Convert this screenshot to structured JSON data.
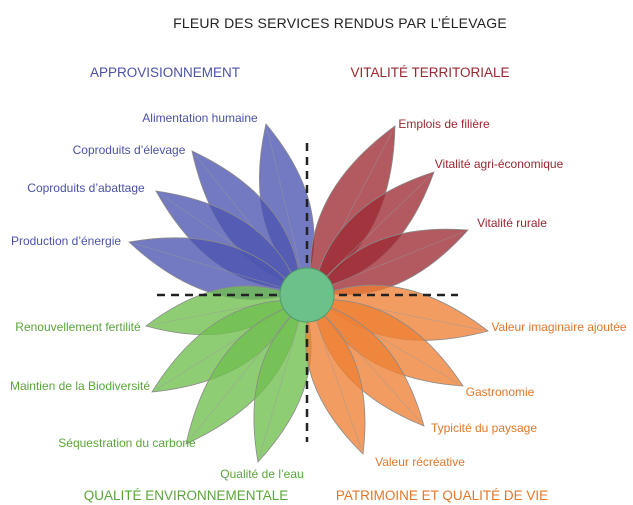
{
  "title": "FLEUR DES SERVICES RENDUS PAR L’ÉLEVAGE",
  "colors": {
    "center": "#6cc08a",
    "axis": "#222222",
    "title": "#222222"
  },
  "quadrants": {
    "provisioning": {
      "title": "APPROVISIONNEMENT",
      "text_color": "#4a52a8",
      "petal_color": "#4c54b0",
      "items": [
        "Alimentation humaine",
        "Coproduits d’élevage",
        "Coproduits d’abattage",
        "Production d’énergie"
      ]
    },
    "territorial": {
      "title": "VITALITÉ TERRITORIALE",
      "text_color": "#9a2630",
      "petal_color": "#9e2a33",
      "items": [
        "Emplois de filière",
        "Vitalité agri-économique",
        "Vitalité rurale"
      ]
    },
    "environmental": {
      "title": "QUALITÉ ENVIRONNEMENTALE",
      "text_color": "#5aa53a",
      "petal_color": "#6fbf4e",
      "items": [
        "Renouvellement fertilité",
        "Maintien de la Biodiversité",
        "Séquestration du carbone",
        "Qualité de l’eau"
      ]
    },
    "heritage": {
      "title": "PATRIMOINE ET QUALITÉ DE VIE",
      "text_color": "#e2772a",
      "petal_color": "#ee8035",
      "items": [
        "Valeur imaginaire ajoutée",
        "Gastronomie",
        "Typicité du paysage",
        "Valeur récréative"
      ]
    }
  }
}
